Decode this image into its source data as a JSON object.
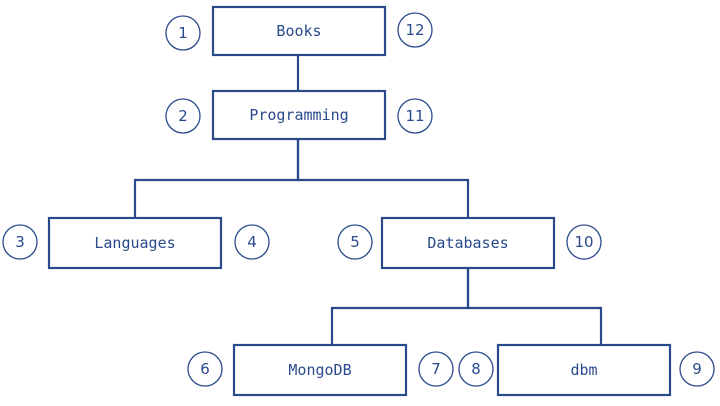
{
  "colors": {
    "stroke": "#2a4a8c",
    "text": "#2a4a8c",
    "background": "#ffffff"
  },
  "nodes": [
    {
      "id": "books",
      "label": "Books",
      "pre": "1",
      "post": "12"
    },
    {
      "id": "programming",
      "label": "Programming",
      "pre": "2",
      "post": "11"
    },
    {
      "id": "languages",
      "label": "Languages",
      "pre": "3",
      "post": "4"
    },
    {
      "id": "databases",
      "label": "Databases",
      "pre": "5",
      "post": "10"
    },
    {
      "id": "mongodb",
      "label": "MongoDB",
      "pre": "6",
      "post": "7"
    },
    {
      "id": "dbm",
      "label": "dbm",
      "pre": "8",
      "post": "9"
    }
  ],
  "edges": [
    {
      "from": "books",
      "to": "programming"
    },
    {
      "from": "programming",
      "to": "languages"
    },
    {
      "from": "programming",
      "to": "databases"
    },
    {
      "from": "databases",
      "to": "mongodb"
    },
    {
      "from": "databases",
      "to": "dbm"
    }
  ]
}
